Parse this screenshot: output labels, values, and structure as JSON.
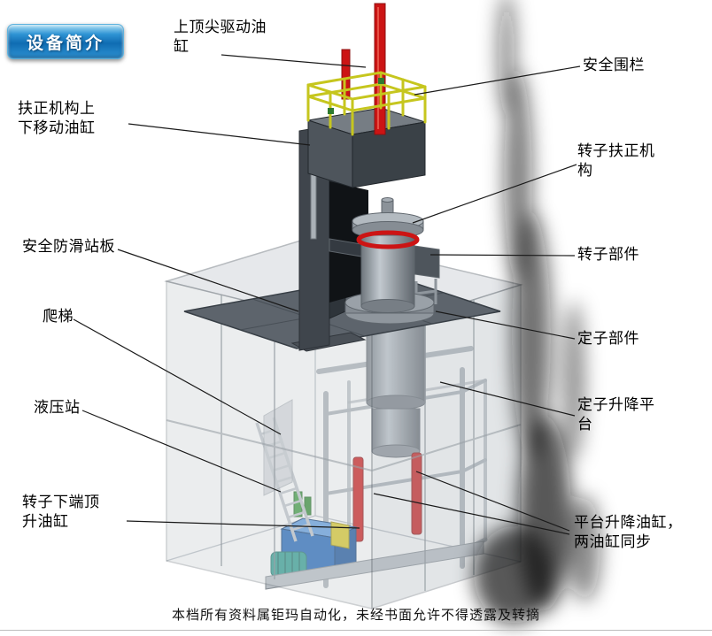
{
  "badge": {
    "label": "设备简介"
  },
  "labels": {
    "top_cylinder": "上顶尖驱动油\n缸",
    "safety_fence": "安全围栏",
    "centering_cylinder": "扶正机构上\n下移动油缸",
    "rotor_centering": "转子扶正机\n构",
    "antislip_board": "安全防滑站板",
    "rotor_part": "转子部件",
    "ladder": "爬梯",
    "stator_part": "定子部件",
    "hydraulic_station": "液压站",
    "stator_platform": "定子升降平\n台",
    "rotor_jack_cylinder": "转子下端顶\n升油缸",
    "platform_cylinders": "平台升降油缸，\n两油缸同步"
  },
  "footer": {
    "text": "本档所有资料属钜玛自动化，未经书面允许不得透露及转摘"
  },
  "colors": {
    "accent_red": "#cc1414",
    "railing_yellow": "#c6c61e",
    "hydraulic_blue": "#1c64b8",
    "motor_teal": "#2a9d8f",
    "badge_blue": "#0f6cb2",
    "platform_gray": "#5d646c"
  }
}
